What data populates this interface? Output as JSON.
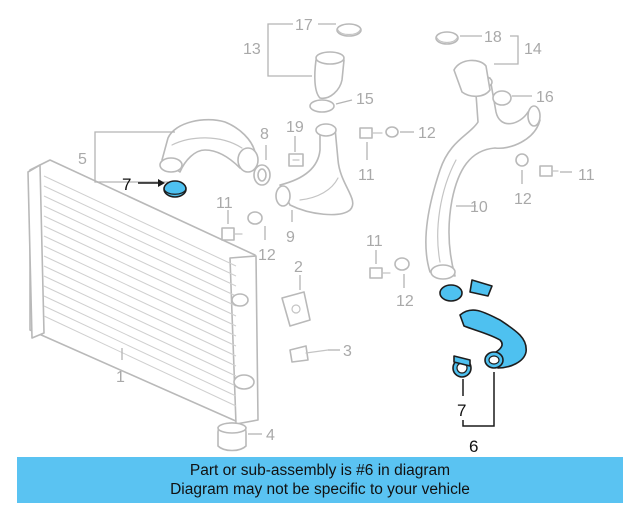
{
  "diagram": {
    "callouts": {
      "c1": "1",
      "c2": "2",
      "c3": "3",
      "c4": "4",
      "c5": "5",
      "c6": "6",
      "c7_left": "7",
      "c7_right": "7",
      "c8": "8",
      "c9": "9",
      "c10": "10",
      "c11_a": "11",
      "c11_b": "11",
      "c11_c": "11",
      "c11_d": "11",
      "c12_a": "12",
      "c12_b": "12",
      "c12_c": "12",
      "c12_d": "12",
      "c13": "13",
      "c14": "14",
      "c15": "15",
      "c16": "16",
      "c17": "17",
      "c18": "18",
      "c19": "19"
    },
    "highlighted_part": "6",
    "highlight_color": "#4ec1f0"
  },
  "banner": {
    "line1": "Part or sub-assembly is #6 in diagram",
    "line2": "Diagram may not be specific to your vehicle",
    "background_color": "#5ac3f2"
  }
}
